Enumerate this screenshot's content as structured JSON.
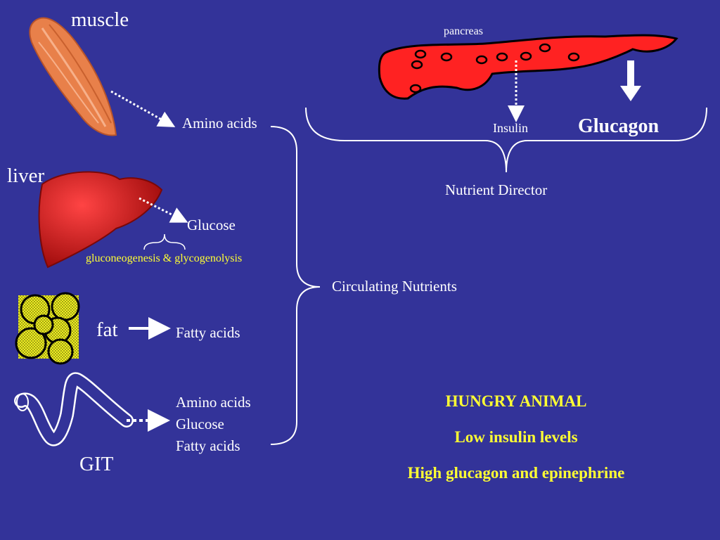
{
  "organs": {
    "muscle": "muscle",
    "liver": "liver",
    "fat": "fat",
    "git": "GIT",
    "pancreas": "pancreas"
  },
  "products": {
    "muscle": "Amino acids",
    "liver": "Glucose",
    "liver_process": "gluconeogenesis & glycogenolysis",
    "fat": "Fatty acids",
    "git": [
      "Amino acids",
      "Glucose",
      "Fatty acids"
    ]
  },
  "hormones": {
    "insulin": "Insulin",
    "glucagon": "Glucagon"
  },
  "hubs": {
    "director": "Nutrient Director",
    "circulating": "Circulating Nutrients"
  },
  "status": {
    "title": "HUNGRY ANIMAL",
    "line1": "Low insulin levels",
    "line2": "High glucagon and epinephrine"
  },
  "colors": {
    "background": "#333399",
    "text": "#ffffff",
    "highlight": "#ffff33",
    "pancreas": "#ff2222",
    "liver": "#cc1111",
    "muscle": "#e8804a",
    "fat": "#eeee22"
  }
}
